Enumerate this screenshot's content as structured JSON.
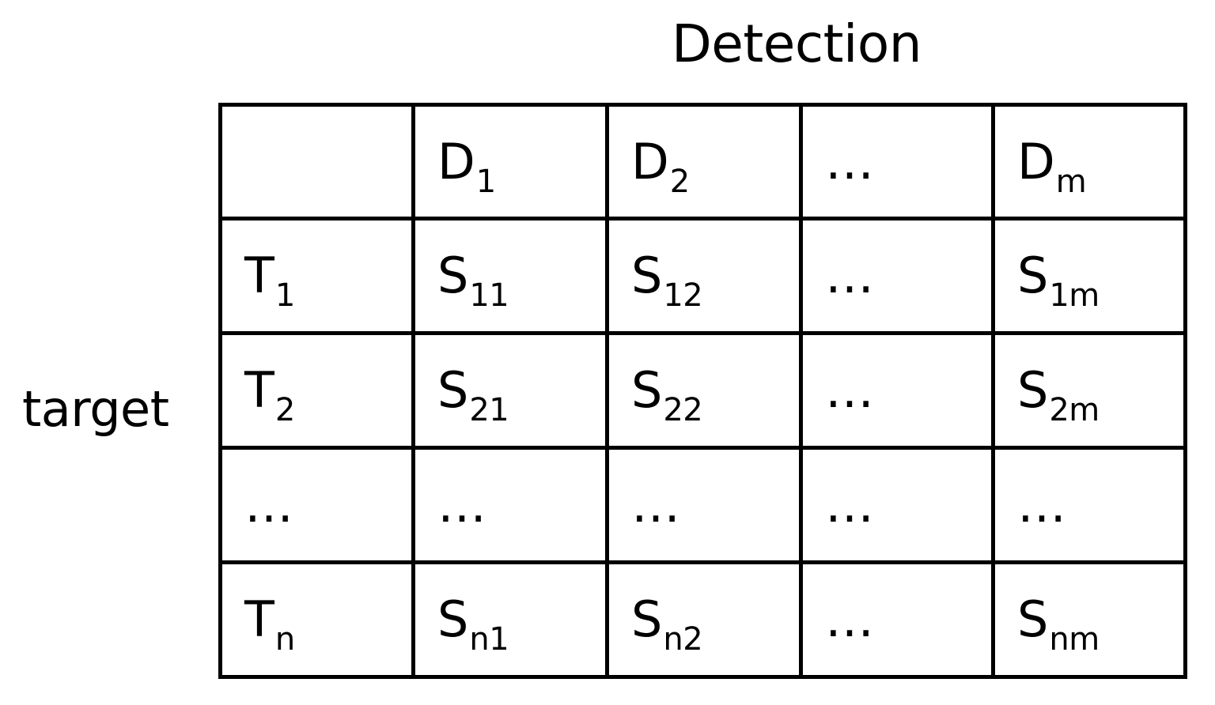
{
  "figure": {
    "type": "score-matrix-diagram",
    "column_axis_title": "Detection",
    "row_axis_title": "target"
  },
  "colors": {
    "detection_header_fill": "#fce296",
    "target_header_fill": "#c7e0b2",
    "cell_fill": "#ffffff",
    "border": "#000000",
    "text": "#000000"
  },
  "matrix": {
    "corner_cell": "",
    "column_headers": [
      {
        "base": "D",
        "sub": "1",
        "full": "D1"
      },
      {
        "base": "D",
        "sub": "2",
        "full": "D2"
      },
      {
        "base": "…",
        "sub": "",
        "full": "…"
      },
      {
        "base": "D",
        "sub": "m",
        "full": "Dm"
      }
    ],
    "rows": [
      {
        "header": {
          "base": "T",
          "sub": "1",
          "full": "T1"
        },
        "cells": [
          {
            "base": "S",
            "sub": "11",
            "full": "S11"
          },
          {
            "base": "S",
            "sub": "12",
            "full": "S12"
          },
          {
            "base": "…",
            "sub": "",
            "full": "…"
          },
          {
            "base": "S",
            "sub": "1m",
            "full": "S1m"
          }
        ]
      },
      {
        "header": {
          "base": "T",
          "sub": "2",
          "full": "T2"
        },
        "cells": [
          {
            "base": "S",
            "sub": "21",
            "full": "S21"
          },
          {
            "base": "S",
            "sub": "22",
            "full": "S22"
          },
          {
            "base": "…",
            "sub": "",
            "full": "…"
          },
          {
            "base": "S",
            "sub": "2m",
            "full": "S2m"
          }
        ]
      },
      {
        "header": {
          "base": "…",
          "sub": "",
          "full": "…"
        },
        "cells": [
          {
            "base": "…",
            "sub": "",
            "full": "…"
          },
          {
            "base": "…",
            "sub": "",
            "full": "…"
          },
          {
            "base": "…",
            "sub": "",
            "full": "…"
          },
          {
            "base": "…",
            "sub": "",
            "full": "…"
          }
        ]
      },
      {
        "header": {
          "base": "T",
          "sub": "n",
          "full": "Tn"
        },
        "cells": [
          {
            "base": "S",
            "sub": "n1",
            "full": "Sn1"
          },
          {
            "base": "S",
            "sub": "n2",
            "full": "Sn2"
          },
          {
            "base": "…",
            "sub": "",
            "full": "…"
          },
          {
            "base": "S",
            "sub": "nm",
            "full": "Snm"
          }
        ]
      }
    ]
  }
}
